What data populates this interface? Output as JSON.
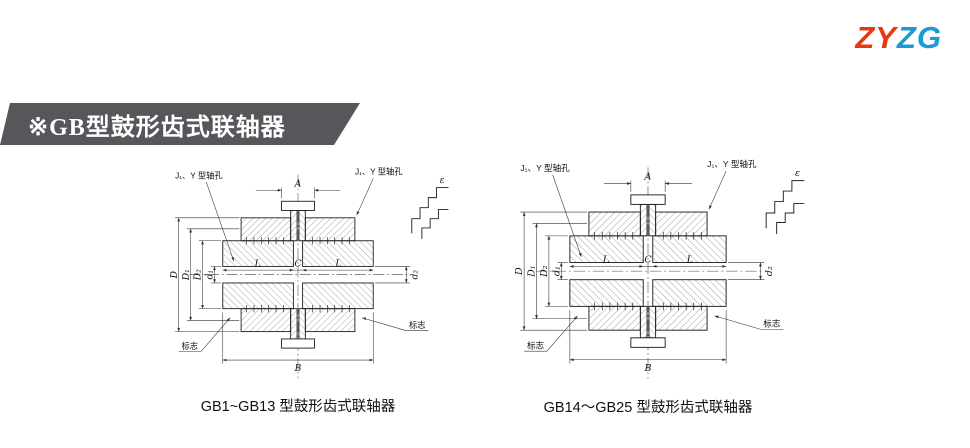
{
  "logo": {
    "text_red": "ZY",
    "text_blue": "ZG",
    "color_red": "#e8380d",
    "color_blue": "#1c9ad6"
  },
  "banner": {
    "title": "※GB型鼓形齿式联轴器",
    "bg_color": "#57575b"
  },
  "figures": [
    {
      "caption": "GB1~GB13 型鼓形齿式联轴器",
      "labels": {
        "hole_left": "J₁、Y 型轴孔",
        "hole_right": "J₁、Y 型轴孔",
        "A": "A",
        "L1": "L",
        "C": "C",
        "L2": "L",
        "B": "B",
        "D": "D",
        "D1": "D₁",
        "D2": "D₂",
        "d1": "d₁",
        "d2": "d₂",
        "mark_bottom": "标志",
        "mark_right": "标志",
        "epsilon": "ε"
      }
    },
    {
      "caption": "GB14～GB25 型鼓形齿式联轴器",
      "labels": {
        "hole_left": "J₁、Y 型轴孔",
        "hole_right": "J₁、Y 型轴孔",
        "A": "A",
        "L1": "L",
        "C": "C",
        "L2": "L",
        "B": "B",
        "D": "D",
        "D1": "D₁",
        "D2": "D₂",
        "d1": "d₁",
        "d2": "d₂",
        "mark_bottom": "标志",
        "mark_right": "标志",
        "epsilon": "ε"
      }
    }
  ]
}
